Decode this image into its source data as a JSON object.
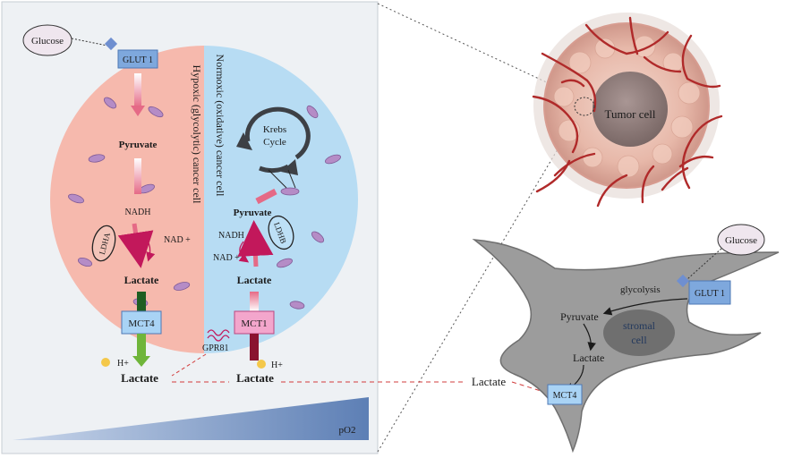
{
  "colors": {
    "panel_bg": "#eef1f4",
    "hypoxic": "#f6b9ad",
    "normoxic": "#b7dcf3",
    "transporter_blue": "#7ea8dd",
    "transporter_pink": "#f3a6cc",
    "mct4_fill": "#a9d3f5",
    "stromal_body": "#9c9c9c",
    "stromal_nucleus": "#6f6f6f",
    "tumor_core": "#8c7a78",
    "vessel": "#b02a2a",
    "lactate_link": "#d23c3c"
  },
  "left_panel": {
    "glucose": "Glucose",
    "glut1": "GLUT 1",
    "hypoxic_label": "Hypoxic (glycolytic) cancer cell",
    "normoxic_label": "Normoxic (oxidative) cancer cell",
    "hypoxic_side": {
      "pyruvate": "Pyruvate",
      "nadh": "NADH",
      "ldha": "LDHA",
      "nad": "NAD +",
      "lactate": "Lactate",
      "mct4": "MCT4",
      "h_plus": "H+",
      "lactate_out": "Lactate"
    },
    "normoxic_side": {
      "krebs": "Krebs",
      "cycle": "Cycle",
      "pyruvate": "Pyruvate",
      "nadh": "NADH",
      "ldhb": "LDHB",
      "nad": "NAD +",
      "lactate": "Lactate",
      "mct1": "MCT1",
      "h_plus": "H+",
      "lactate_out": "Lactate"
    },
    "gpr81": "GPR81",
    "po2": "pO2"
  },
  "tumor": {
    "label": "Tumor cell"
  },
  "stromal": {
    "glucose": "Glucose",
    "glut1": "GLUT 1",
    "glycolysis": "glycolysis",
    "pyruvate": "Pyruvate",
    "nucleus_line1": "stromal",
    "nucleus_line2": "cell",
    "lactate": "Lactate",
    "mct4": "MCT4"
  },
  "lactate_mid": "Lactate"
}
